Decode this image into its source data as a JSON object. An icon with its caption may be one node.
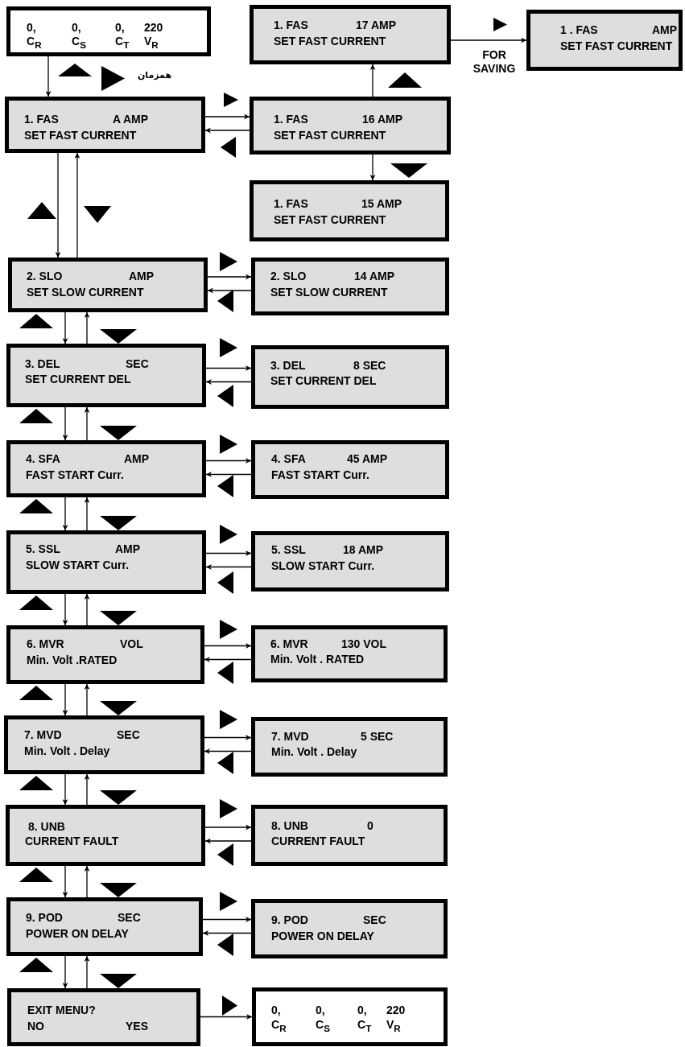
{
  "diagram": {
    "nodes": [
      {
        "text": [
          "0,",
          "0,",
          "0,",
          "220",
          "C$_{R}$",
          "C$_{S}$",
          "C$_{T}$",
          "V$_{R}$"
        ]
      },
      {
        "text": [
          "1. FAS",
          "A AMP",
          "SET FAST CURRENT"
        ]
      },
      {
        "text": [
          "1. FAS",
          "16 AMP",
          "SET FAST CURRENT"
        ]
      },
      {
        "text": [
          "1. FAS",
          "17 AMP",
          "SET FAST CURRENT"
        ]
      },
      {
        "text": [
          "1 . FAS",
          "AMP",
          "SET FAST CURRENT"
        ]
      },
      {
        "text": [
          "1. FAS",
          "15 AMP",
          "SET FAST CURRENT"
        ]
      },
      {
        "text": [
          "2. SLO",
          "AMP",
          "SET SLOW CURRENT"
        ]
      },
      {
        "text": [
          "2. SLO",
          "14 AMP",
          "SET SLOW CURRENT"
        ]
      },
      {
        "text": [
          "3. DEL",
          "SEC",
          "SET CURRENT DEL"
        ]
      },
      {
        "text": [
          "3. DEL",
          "8 SEC",
          "SET CURRENT DEL"
        ]
      },
      {
        "text": [
          "4. SFA",
          "AMP",
          "FAST START Curr."
        ]
      },
      {
        "text": [
          "4. SFA",
          "45 AMP",
          "FAST START Curr."
        ]
      },
      {
        "text": [
          "5. SSL",
          "AMP",
          "SLOW START Curr."
        ]
      },
      {
        "text": [
          "5. SSL",
          "18 AMP",
          "SLOW START Curr."
        ]
      },
      {
        "text": [
          "6. MVR",
          "VOL",
          "Min. Volt .RATED"
        ]
      },
      {
        "text": [
          "6. MVR",
          "130 VOL",
          "Min. Volt . RATED"
        ]
      },
      {
        "text": [
          "7. MVD",
          "SEC",
          "Min. Volt . Delay"
        ]
      },
      {
        "text": [
          "7. MVD",
          "5 SEC",
          "Min. Volt . Delay"
        ]
      },
      {
        "text": [
          "8. UNB",
          "CURRENT FAULT"
        ]
      },
      {
        "text": [
          "8. UNB",
          "0",
          "CURRENT FAULT"
        ]
      },
      {
        "text": [
          "9. POD",
          "SEC",
          "POWER ON DELAY"
        ]
      },
      {
        "text": [
          "9. POD",
          "SEC",
          "POWER ON DELAY"
        ]
      },
      {
        "text": [
          "EXIT MENU?",
          "NO",
          "YES"
        ]
      },
      {
        "text": [
          "0,",
          "0,",
          "0,",
          "220",
          "C$_{R}$",
          "C$_{S}$",
          "C$_{T}$",
          "V$_{R}$"
        ]
      }
    ],
    "edges": [
      {
        "from": 0,
        "to": 1,
        "arrow": "to"
      },
      {
        "from": 1,
        "to": 2,
        "arrow": "to"
      },
      {
        "from": 2,
        "to": 1,
        "arrow": "to"
      },
      {
        "from": 2,
        "to": 3,
        "arrow": "to"
      },
      {
        "from": 3,
        "to": 4,
        "arrow": "to",
        "label": "FOR SAVING"
      },
      {
        "from": 2,
        "to": 5,
        "arrow": "to"
      },
      {
        "from": 1,
        "to": 6,
        "arrow": "to"
      },
      {
        "from": 6,
        "to": 1,
        "arrow": "to"
      },
      {
        "from": 6,
        "to": 7,
        "arrow": "to"
      },
      {
        "from": 7,
        "to": 6,
        "arrow": "to"
      },
      {
        "from": 6,
        "to": 8,
        "arrow": "to"
      },
      {
        "from": 8,
        "to": 6,
        "arrow": "to"
      },
      {
        "from": 8,
        "to": 9,
        "arrow": "to"
      },
      {
        "from": 9,
        "to": 8,
        "arrow": "to"
      },
      {
        "from": 8,
        "to": 10,
        "arrow": "to"
      },
      {
        "from": 10,
        "to": 8,
        "arrow": "to"
      },
      {
        "from": 10,
        "to": 11,
        "arrow": "to"
      },
      {
        "from": 11,
        "to": 10,
        "arrow": "to"
      },
      {
        "from": 10,
        "to": 12,
        "arrow": "to"
      },
      {
        "from": 12,
        "to": 10,
        "arrow": "to"
      },
      {
        "from": 12,
        "to": 13,
        "arrow": "to"
      },
      {
        "from": 13,
        "to": 12,
        "arrow": "to"
      },
      {
        "from": 12,
        "to": 14,
        "arrow": "to"
      },
      {
        "from": 14,
        "to": 12,
        "arrow": "to"
      },
      {
        "from": 14,
        "to": 15,
        "arrow": "to"
      },
      {
        "from": 15,
        "to": 14,
        "arrow": "to"
      },
      {
        "from": 14,
        "to": 16,
        "arrow": "to"
      },
      {
        "from": 16,
        "to": 14,
        "arrow": "to"
      },
      {
        "from": 16,
        "to": 17,
        "arrow": "to"
      },
      {
        "from": 17,
        "to": 16,
        "arrow": "to"
      },
      {
        "from": 16,
        "to": 18,
        "arrow": "to"
      },
      {
        "from": 18,
        "to": 16,
        "arrow": "to"
      },
      {
        "from": 18,
        "to": 19,
        "arrow": "to"
      },
      {
        "from": 19,
        "to": 18,
        "arrow": "to"
      },
      {
        "from": 18,
        "to": 20,
        "arrow": "to"
      },
      {
        "from": 20,
        "to": 18,
        "arrow": "to"
      },
      {
        "from": 20,
        "to": 21,
        "arrow": "to"
      },
      {
        "from": 21,
        "to": 20,
        "arrow": "to"
      },
      {
        "from": 20,
        "to": 22,
        "arrow": "to"
      },
      {
        "from": 22,
        "to": 20,
        "arrow": "to"
      },
      {
        "from": 22,
        "to": 23,
        "arrow": "to"
      }
    ],
    "labels": [
      "همزمان"
    ]
  }
}
